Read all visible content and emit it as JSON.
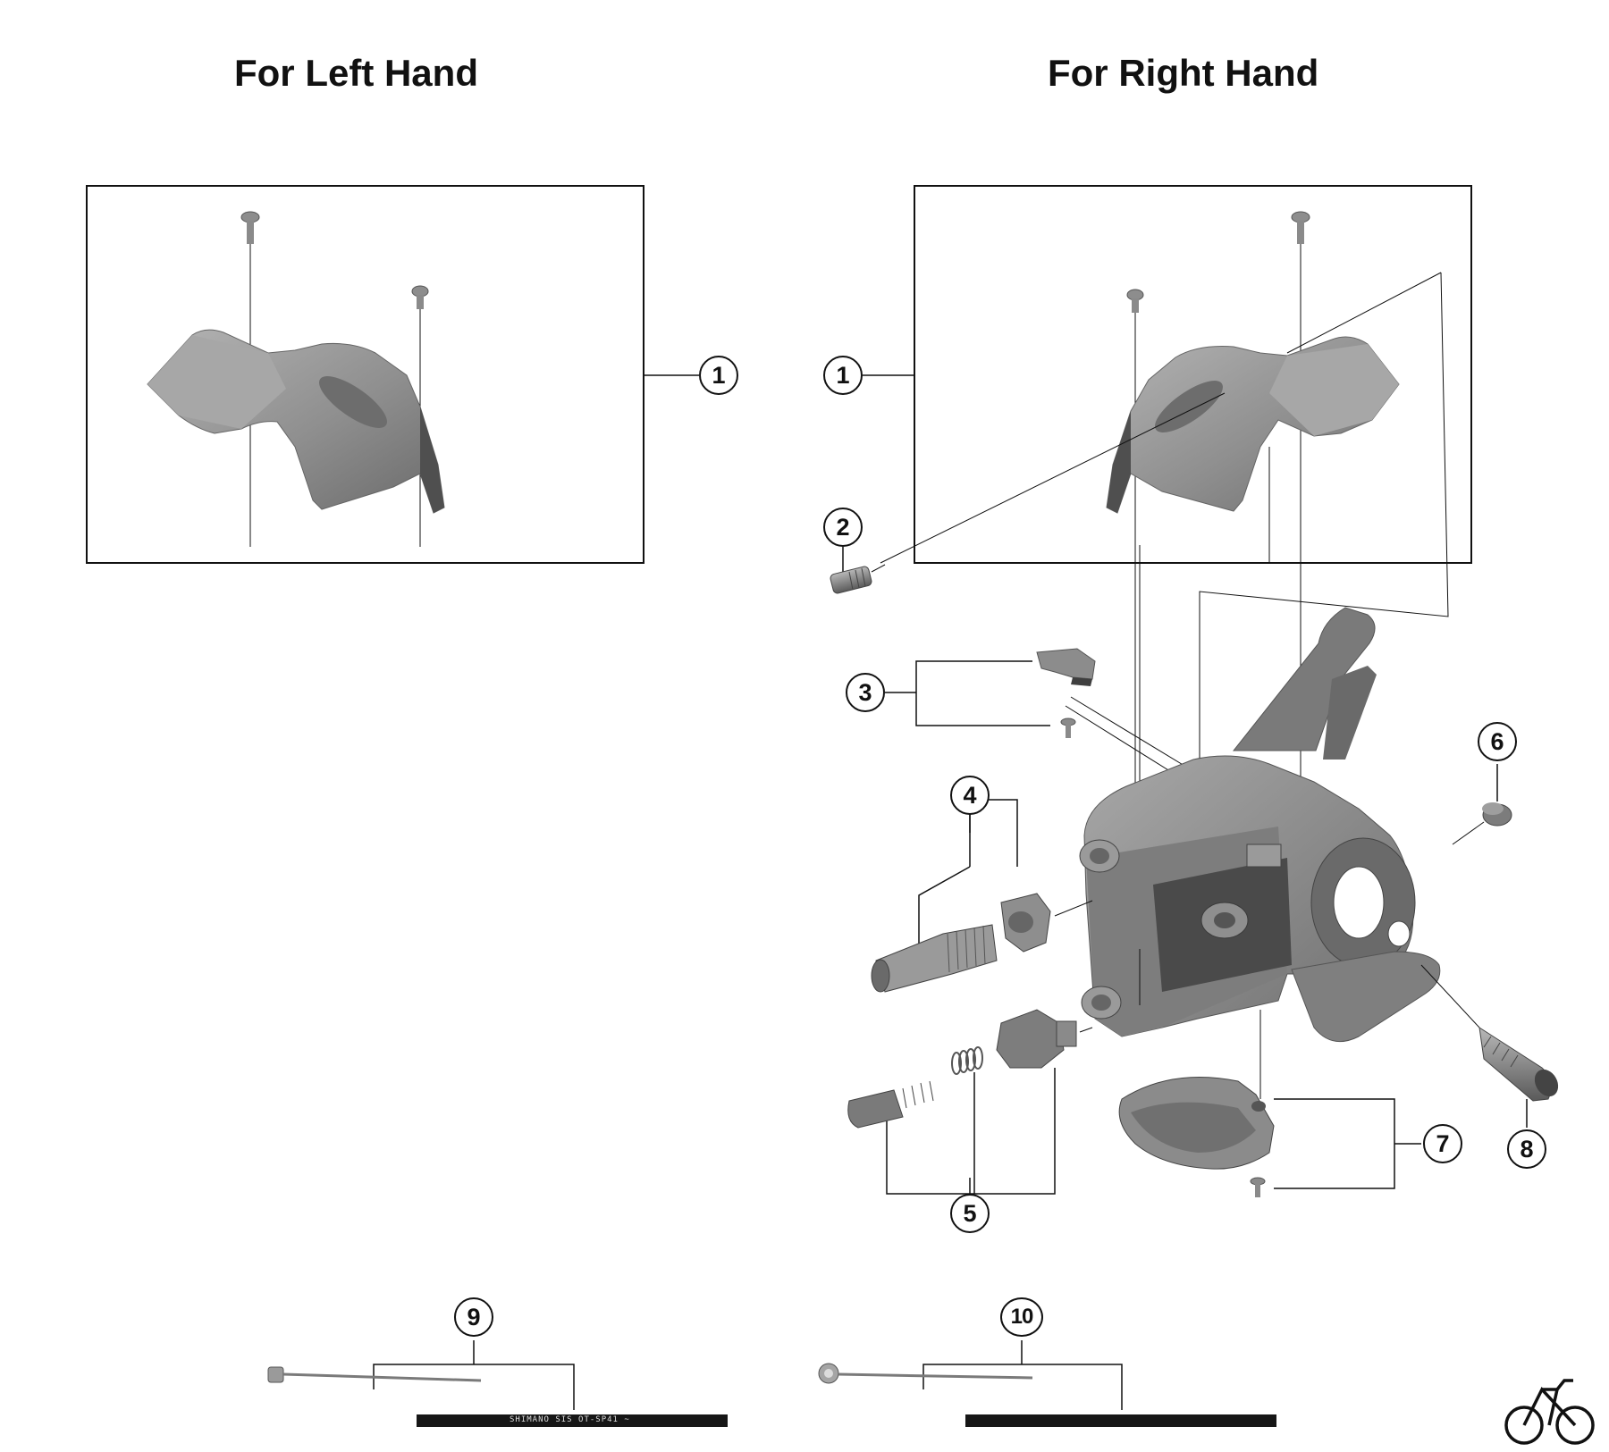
{
  "headings": {
    "left": "For Left Hand",
    "right": "For Right Hand"
  },
  "callouts": [
    "1",
    "1",
    "2",
    "3",
    "4",
    "5",
    "6",
    "7",
    "8",
    "9",
    "10"
  ],
  "cable_print": "SHIMANO SIS  OT-SP41 ~",
  "colors": {
    "line": "#111111",
    "part_light": "#a3a3a3",
    "part_mid": "#8a8a8a",
    "part_dark": "#5e5e5e",
    "outer_casing": "#161616"
  },
  "icons": [
    "bicycle-logo-icon"
  ]
}
